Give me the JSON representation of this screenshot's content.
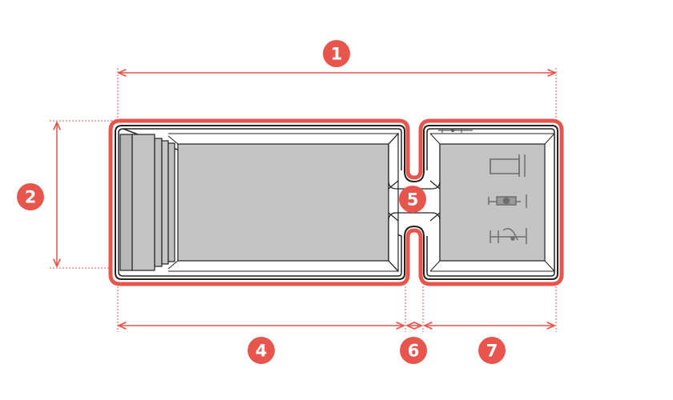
{
  "colors": {
    "accent": "#e8554c",
    "outline": "#222222",
    "water": "#c4c4c4",
    "equipment": "#6e6e6e",
    "background": "#ffffff"
  },
  "callouts": [
    {
      "id": "1",
      "label": "1",
      "refers_to": "overall-length"
    },
    {
      "id": "2",
      "label": "2",
      "refers_to": "overall-width"
    },
    {
      "id": "4",
      "label": "4",
      "refers_to": "main-pool-length"
    },
    {
      "id": "5",
      "label": "5",
      "refers_to": "connecting-channel"
    },
    {
      "id": "6",
      "label": "6",
      "refers_to": "divider-width"
    },
    {
      "id": "7",
      "label": "7",
      "refers_to": "fitness-zone-length"
    }
  ],
  "equipment_icons": [
    "treadmill-icon",
    "bike-icon",
    "elliptical-icon"
  ]
}
